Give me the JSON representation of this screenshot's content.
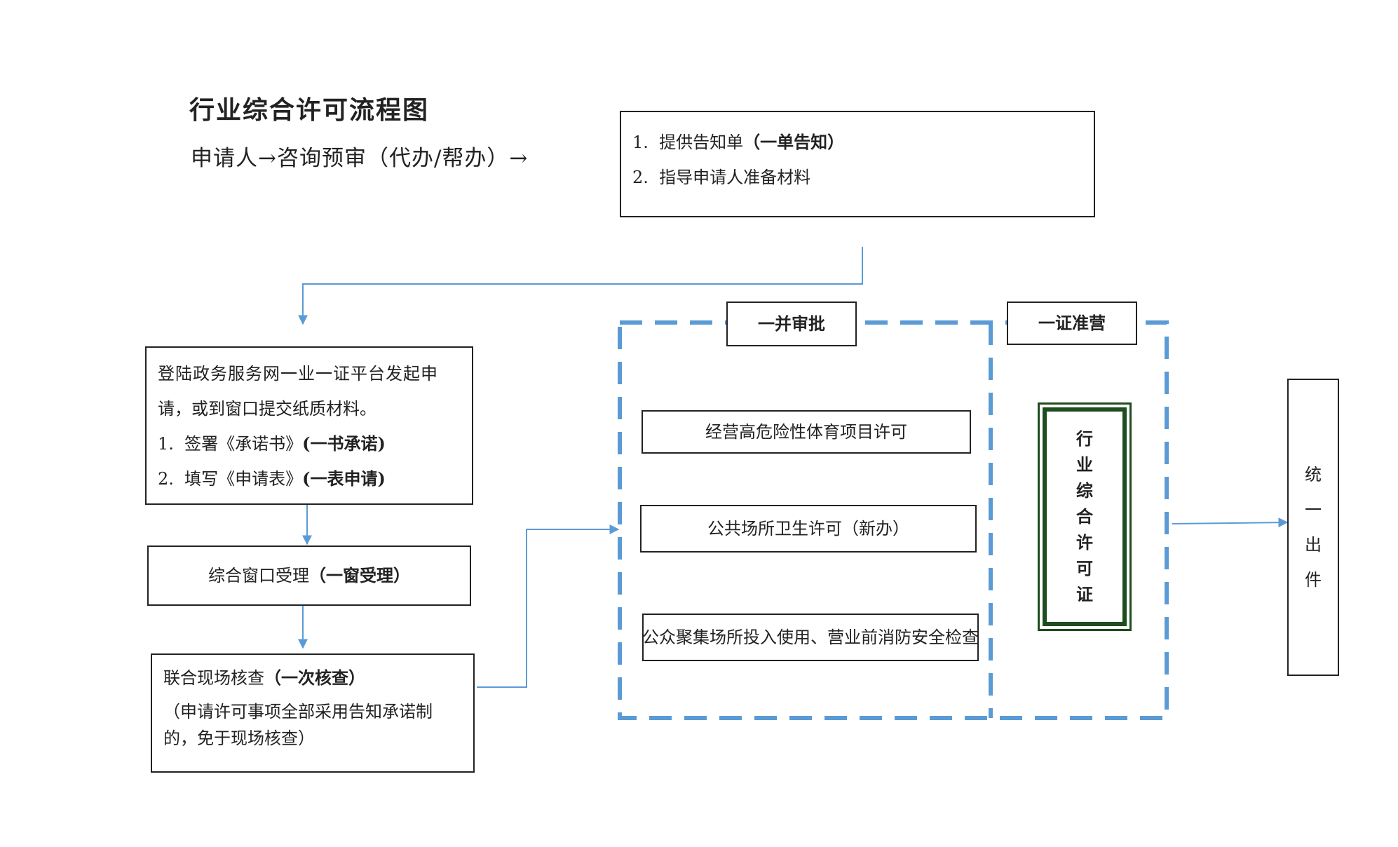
{
  "title": "行业综合许可流程图",
  "subtitle": "申请人→咨询预审（代办/帮办）→",
  "consult_box": {
    "item1_num": "1.",
    "item1_text": "提供告知单",
    "item1_bold": "（一单告知）",
    "item2_num": "2.",
    "item2_text": "指导申请人准备材料"
  },
  "apply_box": {
    "line1": "登陆政务服务网一业一证平台发起申",
    "line2": "请，或到窗口提交纸质材料。",
    "item1_num": "1.",
    "item1_text": "签署《承诺书》",
    "item1_bold": "(一书承诺)",
    "item2_num": "2.",
    "item2_text": "填写《申请表》",
    "item2_bold": "(一表申请)"
  },
  "window_box": {
    "text": "综合窗口受理",
    "bold": "（一窗受理）"
  },
  "inspect_box": {
    "text": "联合现场核查",
    "bold": "（一次核查）",
    "note1": "（申请许可事项全部采用告知承诺制",
    "note2": "的，免于现场核查）"
  },
  "approve_label": "一并审批",
  "license_label": "一证准营",
  "permits": [
    "经营高危险性体育项目许可",
    "公共场所卫生许可（新办）",
    "公众聚集场所投入使用、营业前消防安全检查"
  ],
  "license_chars": [
    "行",
    "业",
    "综",
    "合",
    "许",
    "可",
    "证"
  ],
  "output_chars": [
    "统",
    "一",
    "出",
    "件"
  ],
  "colors": {
    "arrow": "#5b9bd5",
    "dashed": "#5b9bd5",
    "license_border": "#1e4d1e",
    "text": "#222222"
  }
}
